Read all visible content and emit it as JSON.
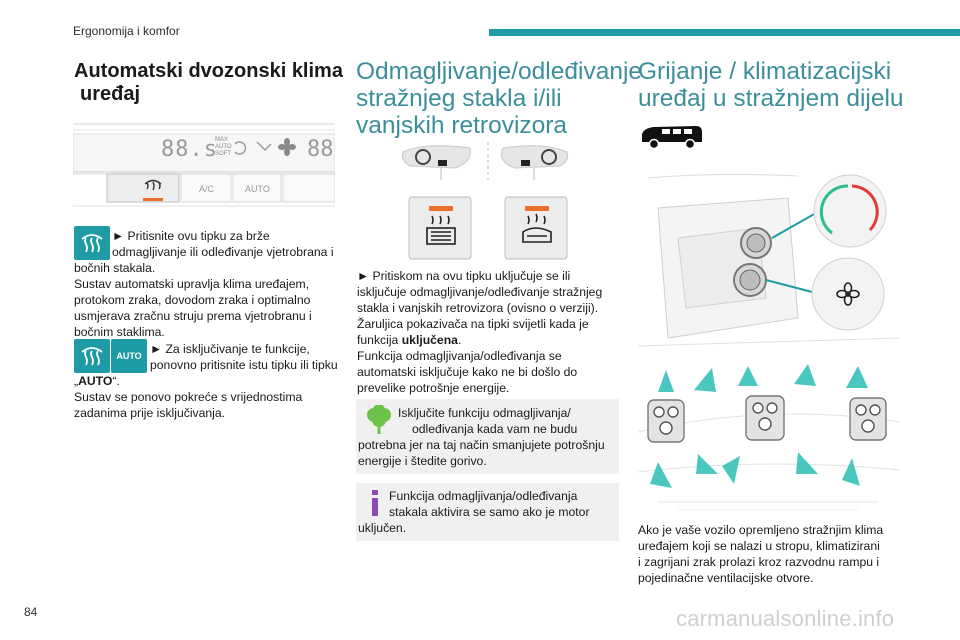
{
  "header": {
    "section": "Ergonomija i komfor"
  },
  "page_number": "84",
  "watermark": "carmanualsonline.info",
  "col1": {
    "title_line1": "Automatski dvozonski klima",
    "title_line2": "uređaj",
    "panel": {
      "display_left": "88.s",
      "display_right": "88",
      "max_label": "MAX",
      "auto_label": "AUTO",
      "soft_label": "SOFT",
      "ac_label": "A/C",
      "auto_button": "AUTO"
    },
    "step1_line1": "► Pritisnite ovu tipku za brže",
    "step1_line2": "odmagljivanje ili odleđivanje vjetrobrana i",
    "step1_rest": [
      "bočnih stakala.",
      "Sustav automatski upravlja klima uređajem,",
      "protokom zraka, dovodom zraka i optimalno",
      "usmjerava zračnu struju prema vjetrobranu i",
      "bočnim staklima."
    ],
    "auto_icon_label": "AUTO",
    "step2_line1": "► Za isključivanje te funkcije,",
    "step2_line2": "ponovno pritisnite istu tipku ili tipku",
    "step2_quote_open": "„",
    "step2_quote_word": "AUTO",
    "step2_quote_close": "“.",
    "step2_rest": [
      "Sustav se ponovo pokreće s vrijednostima",
      "zadanima prije isključivanja."
    ]
  },
  "col2": {
    "title_lines": [
      "Odmagljivanje/odleđivanje",
      "stražnjeg stakla i/ili",
      "vanjskih retrovizora"
    ],
    "para_lines": [
      "► Pritiskom na ovu tipku uključuje se ili",
      "isključuje odmagljivanje/odleđivanje stražnjeg",
      "stakla i vanjskih retrovizora (ovisno o verziji).",
      "Žaruljica pokazivača na tipki svijetli kada je"
    ],
    "para_funk": "funkcija",
    "para_bold": "uključena",
    "para_dot": ".",
    "para2_lines": [
      "Funkcija odmagljivanja/odleđivanja se",
      "automatski isključuje kako ne bi došlo do",
      "prevelike potrošnje energije."
    ],
    "eco_note": [
      "Isključite funkciju odmagljivanja/",
      "odleđivanja kada vam ne budu",
      "potrebna jer na taj način smanjujete potrošnju",
      "energije i štedite gorivo."
    ],
    "info_note": [
      "Funkcija odmagljivanja/odleđivanja",
      "stakala aktivira se samo ako je motor",
      "uključen."
    ]
  },
  "col3": {
    "title_lines": [
      "Grijanje / klimatizacijski",
      "uređaj u stražnjem dijelu"
    ],
    "para_lines": [
      "Ako je vaše vozilo opremljeno stražnjim klima",
      "uređajem koji se nalazi u stropu, klimatizirani",
      "i zagrijani zrak prolazi kroz razvodnu rampu i",
      "pojedinačne ventilacijske otvore."
    ]
  },
  "colors": {
    "accent": "#1f9ba6",
    "heading": "#3b8f9b",
    "indicator": "#e8702a",
    "eco_green": "#6cc24a",
    "info_purple": "#8e4bb5"
  }
}
